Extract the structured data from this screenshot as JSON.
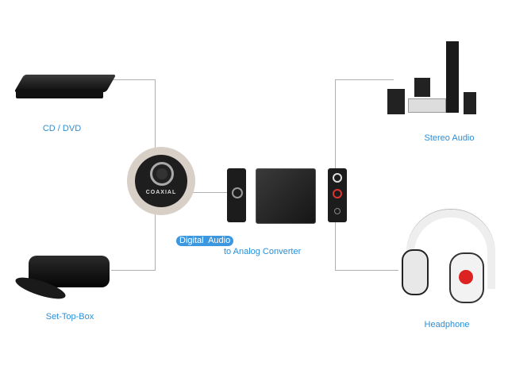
{
  "devices": {
    "cd_dvd": "CD / DVD",
    "set_top_box": "Set-Top-Box",
    "stereo_audio": "Stereo Audio",
    "headphone": "Headphone"
  },
  "coaxial_label": "COAXIAL",
  "converter": {
    "title_highlight": "Digital  Audio",
    "title_rest": "to Analog Converter"
  },
  "colors": {
    "accent": "#2a8fd8",
    "pill": "#3b97e0",
    "line": "#b0b0b0"
  }
}
